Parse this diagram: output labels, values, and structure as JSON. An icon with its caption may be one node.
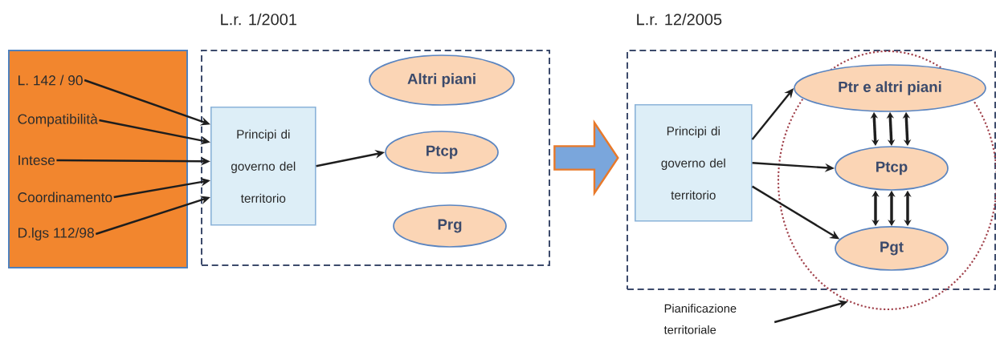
{
  "diagram": {
    "nodes": [
      {
        "text": [],
        "shape": "box"
      },
      {
        "text": [
          "L. 142 / 90"
        ],
        "in": 0
      },
      {
        "text": [
          "Compatibilità"
        ],
        "in": 0
      },
      {
        "text": [
          "Intese"
        ],
        "in": 0
      },
      {
        "text": [
          "Coordinamento"
        ],
        "in": 0
      },
      {
        "text": [
          "D.lgs 112/98"
        ],
        "in": 0
      },
      {
        "text": [
          "L.r. 1/2001"
        ]
      },
      {
        "text": [
          "Principi di governo del territorio"
        ],
        "in": 6
      },
      {
        "text": [
          "Altri piani"
        ],
        "in": 6
      },
      {
        "text": [
          "Ptcp"
        ],
        "in": 6
      },
      {
        "text": [
          "Prg"
        ],
        "in": 6
      },
      {
        "text": [
          "L.r. 12/2005"
        ]
      },
      {
        "text": [
          "Principi di governo del territorio"
        ],
        "in": 11
      },
      {
        "text": [],
        "shape": "ellipse"
      },
      {
        "text": [
          "Ptr e altri piani"
        ],
        "in": 13
      },
      {
        "text": [
          "Ptcp"
        ],
        "in": 13
      },
      {
        "text": [
          "Pgt"
        ],
        "in": 13
      },
      {
        "text": [
          "Pianificazione territoriale"
        ]
      }
    ],
    "edges": [
      {
        "from": 1,
        "to": 7,
        "arrow": "to"
      },
      {
        "from": 2,
        "to": 7,
        "arrow": "to"
      },
      {
        "from": 3,
        "to": 7,
        "arrow": "to"
      },
      {
        "from": 4,
        "to": 7,
        "arrow": "to"
      },
      {
        "from": 5,
        "to": 7,
        "arrow": "to"
      },
      {
        "from": 7,
        "to": 9,
        "arrow": "to"
      },
      {
        "from": 6,
        "to": 11,
        "arrow": "to",
        "style": "thick",
        "color": "#7aa6dc"
      },
      {
        "from": 12,
        "to": 14,
        "arrow": "to"
      },
      {
        "from": 12,
        "to": 15,
        "arrow": "to"
      },
      {
        "from": 12,
        "to": 16,
        "arrow": "to"
      },
      {
        "from": 14,
        "to": 15,
        "arrow": "both"
      },
      {
        "from": 14,
        "to": 15,
        "arrow": "both"
      },
      {
        "from": 14,
        "to": 15,
        "arrow": "both"
      },
      {
        "from": 15,
        "to": 16,
        "arrow": "both"
      },
      {
        "from": 15,
        "to": 16,
        "arrow": "both"
      },
      {
        "from": 15,
        "to": 16,
        "arrow": "both"
      },
      {
        "from": 17,
        "to": 13,
        "arrow": "to"
      }
    ]
  }
}
